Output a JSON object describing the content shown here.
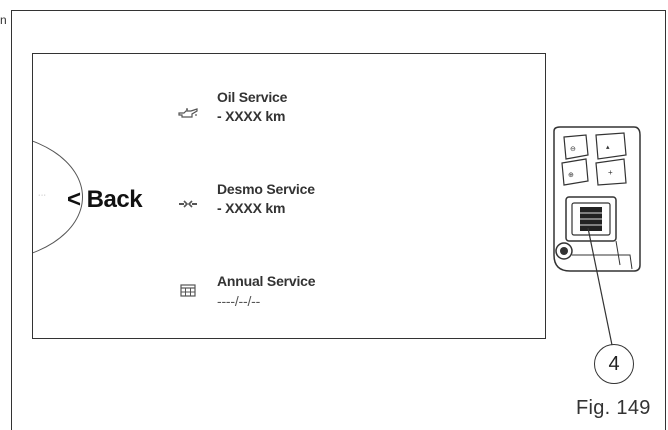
{
  "page": {
    "corner_mark": "n",
    "figure_label": "Fig. 149",
    "callout_number": "4"
  },
  "screen": {
    "back_indicator": "···",
    "back_label": "< Back",
    "services": [
      {
        "icon": "oil-can-icon",
        "title": "Oil Service",
        "value": "- XXXX km"
      },
      {
        "icon": "wrench-icon",
        "title": "Desmo Service",
        "value": "- XXXX km"
      },
      {
        "icon": "calendar-icon",
        "title": "Annual Service",
        "value": "----/--/--"
      }
    ]
  },
  "device": {
    "icons": [
      "switchgear-icon",
      "joystick-button-icon",
      "lights-button-icon"
    ]
  }
}
